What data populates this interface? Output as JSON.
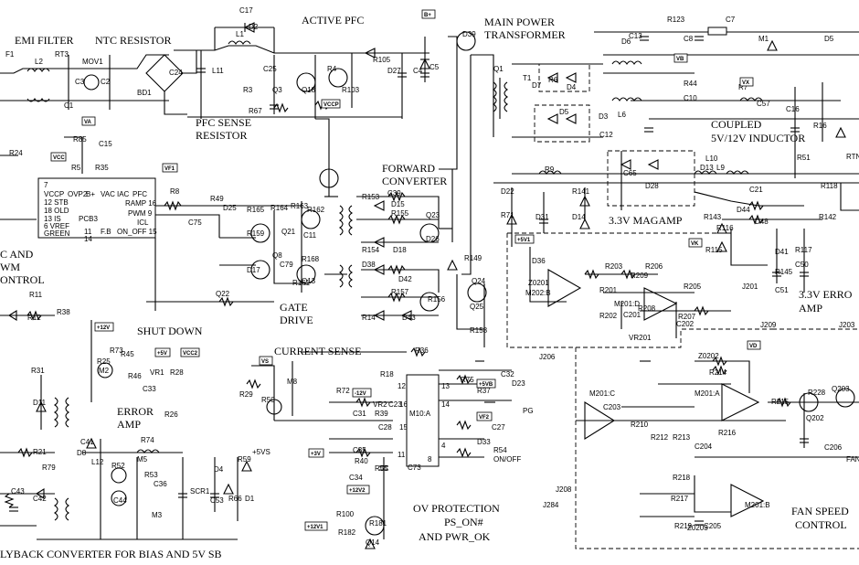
{
  "sections": {
    "emi_filter": "EMI FILTER",
    "ntc_resistor": "NTC RESISTOR",
    "active_pfc": "ACTIVE PFC",
    "main_power_transformer_1": "MAIN POWER",
    "main_power_transformer_2": "TRANSFORMER",
    "pfc_sense_1": "PFC SENSE",
    "pfc_sense_2": "RESISTOR",
    "coupled_inductor_1": "COUPLED",
    "coupled_inductor_2": "5V/12V INDUCTOR",
    "forward_converter_1": "FORWARD",
    "forward_converter_2": "CONVERTER",
    "magamp": "3.3V MAGAMP",
    "pfc_pwm_1": "C AND",
    "pfc_pwm_2": "WM",
    "pfc_pwm_3": "ONTROL",
    "shut_down": "SHUT DOWN",
    "gate_drive_1": "GATE",
    "gate_drive_2": "DRIVE",
    "current_sense": "CURRENT SENSE",
    "error_amp_3v3_1": "3.3V ERRO",
    "error_amp_3v3_2": "AMP",
    "error_amp_1": "ERROR",
    "error_amp_2": "AMP",
    "ov_protection_1": "OV PROTECTION",
    "ov_protection_2": "PS_ON#",
    "ov_protection_3": "AND PWR_OK",
    "fan_speed_1": "FAN SPEED",
    "fan_speed_2": "CONTROL",
    "flyback": "LYBACK CONVERTER FOR BIAS AND 5V SB"
  },
  "ic": {
    "name": "PCB3",
    "pins_left": [
      "7",
      "VCCP",
      "12 STB",
      "18 OLD",
      "13 IS",
      "6 VREF",
      "GREEN"
    ],
    "pins_top": [
      "OVP2",
      "B+",
      "VAC",
      "IAC",
      "PFC"
    ],
    "pins_right": [
      "RAMP 16",
      "PWM 9",
      "ICL",
      "ON_OFF 15"
    ],
    "pins_bottom": [
      "11",
      "F.B",
      "14"
    ]
  },
  "supervisor": {
    "name": "M10:A",
    "pins": [
      "13",
      "14",
      "12",
      "11",
      "8",
      "4",
      "16",
      "15"
    ]
  },
  "opamps": [
    "M202:B",
    "M201:D",
    "M201:C",
    "M201:A",
    "M201:B"
  ],
  "components": [
    "F1",
    "L2",
    "RT3",
    "MOV1",
    "C3",
    "C2",
    "C1",
    "L1",
    "C17",
    "D2",
    "L11",
    "C24",
    "BD1",
    "C25",
    "Q3",
    "R3",
    "R67",
    "R4",
    "Q18",
    "R103",
    "R105",
    "D27",
    "C4",
    "C5",
    "D39",
    "Q1",
    "T1",
    "R6",
    "D4",
    "D6",
    "D5",
    "D7",
    "D3",
    "C12",
    "R9",
    "L6",
    "C13",
    "R123",
    "C8",
    "C7",
    "M1",
    "D5",
    "R7",
    "C57",
    "R51",
    "R16",
    "C16",
    "R44",
    "C10",
    "C65",
    "D28",
    "D13",
    "L9",
    "L10",
    "C21",
    "R141",
    "D14",
    "D22",
    "R71",
    "D31",
    "C39",
    "R153",
    "D15",
    "R155",
    "R154",
    "D18",
    "D26",
    "Q23",
    "R149",
    "D38",
    "D42",
    "R157",
    "R156",
    "Q24",
    "Q25",
    "R158",
    "R14",
    "D43",
    "D44",
    "R143",
    "D48",
    "R116",
    "R115",
    "D41",
    "R117",
    "R145",
    "C50",
    "C51",
    "R142",
    "R118",
    "R24",
    "R85",
    "C15",
    "R5",
    "R35",
    "R8",
    "R49",
    "C75",
    "D25",
    "R165",
    "R164",
    "R163",
    "R162",
    "Q21",
    "C11",
    "R168",
    "R159",
    "Q8",
    "C79",
    "R161",
    "D17",
    "Q13",
    "Q22",
    "R11",
    "R12",
    "R38",
    "R73",
    "R25",
    "M2",
    "R45",
    "R46",
    "C33",
    "VR1",
    "R28",
    "R26",
    "R29",
    "R50",
    "M8",
    "R18",
    "R36",
    "R72",
    "VR2",
    "C23",
    "C31",
    "R39",
    "C28",
    "C35",
    "R40",
    "R37",
    "C27",
    "R75",
    "C32",
    "D23",
    "D33",
    "R54",
    "R55",
    "C73",
    "C34",
    "R100",
    "R182",
    "R181",
    "Q14",
    "D36",
    "Z0201",
    "R201",
    "R202",
    "R203",
    "R206",
    "R205",
    "R207",
    "R208",
    "C201",
    "C202",
    "VR201",
    "R209",
    "Z0202",
    "R214",
    "R215",
    "R216",
    "R212",
    "R213",
    "R210",
    "C203",
    "C204",
    "C206",
    "R218",
    "R217",
    "R219",
    "C205",
    "Z0203",
    "R228",
    "Q202",
    "Q203",
    "R31",
    "D11",
    "R21",
    "R79",
    "D8",
    "C41",
    "L12",
    "R74",
    "M5",
    "R52",
    "R53",
    "C36",
    "M3",
    "C44",
    "SCR1",
    "D4",
    "C53",
    "R59",
    "R66",
    "D1",
    "C43",
    "C42"
  ],
  "power_tags": [
    "B+",
    "VCC",
    "VF1",
    "VCCP",
    "+5V",
    "+3V",
    "+12V",
    "-12V",
    "+12V1",
    "+12V2",
    "+5V1",
    "+5VB",
    "VF2",
    "VX",
    "VK",
    "VA",
    "VCC2",
    "VB",
    "VD",
    "VS"
  ],
  "signals": [
    {
      "label": "+5VS",
      "pin": "+5VS"
    },
    {
      "label": "ON/OFF",
      "pin": "ON/OFF"
    },
    {
      "label": "PG",
      "pin": "PG"
    },
    {
      "label": "J206",
      "pin": "J206"
    },
    {
      "label": "J208",
      "pin": "J208"
    },
    {
      "label": "J209",
      "pin": "J209"
    },
    {
      "label": "J201",
      "pin": "J201"
    },
    {
      "label": "J203",
      "pin": "J203"
    },
    {
      "label": "J284",
      "pin": "J284"
    },
    {
      "label": "FAN",
      "pin": "FAN"
    },
    {
      "label": "RTN",
      "pin": "RTN"
    }
  ]
}
